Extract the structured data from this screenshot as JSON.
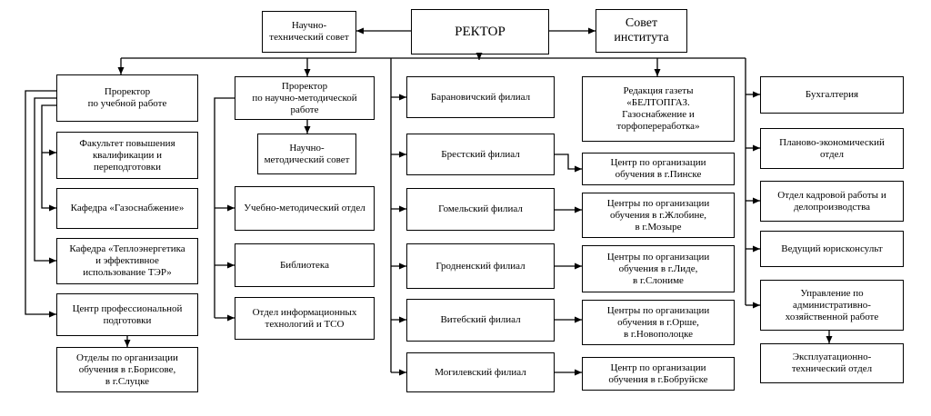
{
  "rector": "РЕКТОР",
  "top": {
    "scientific_council": "Научно-\nтехнический совет",
    "institute_council": "Совет\nинститута"
  },
  "academic": {
    "prorector": "Проректор\nпо учебной работе",
    "units": [
      "Факультет повышения\nквалификации и\nпереподготовки",
      "Кафедра «Газоснабжение»",
      "Кафедра «Теплоэнергетика\nи эффективное\nиспользование ТЭР»",
      "Центр профессиональной\nподготовки"
    ],
    "training_departments": "Отделы по организации\nобучения в г.Борисове,\nв г.Слуцке"
  },
  "methodical": {
    "prorector": "Проректор\nпо научно-методической\nработе",
    "council": "Научно-\nметодический совет",
    "units": [
      "Учебно-методический отдел",
      "Библиотека",
      "Отдел информационных\nтехнологий и ТСО"
    ]
  },
  "branches": [
    {
      "name": "Барановичский филиал"
    },
    {
      "name": "Брестский филиал",
      "center": "Центр по организации\nобучения в г.Пинске"
    },
    {
      "name": "Гомельский филиал",
      "center": "Центры по организации\nобучения в г.Жлобине,\nв г.Мозыре"
    },
    {
      "name": "Гродненский филиал",
      "center": "Центры по организации\nобучения в г.Лиде,\nв г.Слониме"
    },
    {
      "name": "Витебский филиал",
      "center": "Центры по организации\nобучения в г.Орше,\nв г.Новополоцке"
    },
    {
      "name": "Могилевский филиал",
      "center": "Центр по организации\nобучения в г.Бобруйске"
    }
  ],
  "newspaper": "Редакция газеты\n«БЕЛТОПГАЗ.\nГазоснабжение и\nторфопереработка»",
  "administration": {
    "units": [
      "Бухгалтерия",
      "Планово-экономический\nотдел",
      "Отдел кадровой работы и\nделопроизводства",
      "Ведущий юрисконсульт",
      "Управление по\nадминистративно-\nхозяйственной работе"
    ],
    "technical_department": "Эксплуатационно-\nтехнический отдел"
  }
}
